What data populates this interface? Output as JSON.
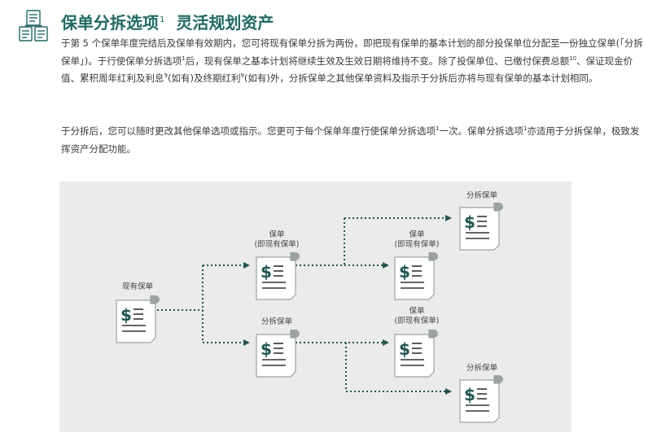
{
  "header": {
    "title_main": "保单分拆选项",
    "title_sup": "1",
    "title_sub": "灵活规划资产",
    "icon": "document-list-icon",
    "accent_color": "#1e6b62"
  },
  "paragraphs": {
    "p1": {
      "s1": "于第 5 个保单年度完结后及保单有效期内，您可将现有保单分拆为两份，即把现有保单的基本计划的部分投保单位分配至一份独立保单(「分拆保单」)。于行使保单分拆选项",
      "sup1": "1",
      "s2": "后，现有保单之基本计划将继续生效及生效日期将维持不变。除了投保单位、已缴付保费总额",
      "sup2": "10",
      "s3": "、保证现金价值、累积周年红利及利息",
      "sup3": "9",
      "s4": "(如有)及终期红利",
      "sup4": "9",
      "s5": "(如有)外，分拆保单之其他保单资料及指示于分拆后亦将与现有保单的基本计划相同。"
    },
    "p2": {
      "s1": "于分拆后，您可以随时更改其他保单选项或指示。您更可于每个保单年度行使保单分拆选项",
      "sup1": "1",
      "s2": "一次。保单分拆选项",
      "sup2": "1",
      "s3": "亦适用于分拆保单，极致发挥资产分配功能。"
    }
  },
  "diagram": {
    "background": "#ebebeb",
    "accent_color": "#1e5650",
    "nodes": {
      "existing": {
        "label": "现有保单"
      },
      "policy_a": {
        "label1": "保单",
        "label2": "(即现有保单)"
      },
      "split_a": {
        "label1": "分拆保单"
      },
      "split_top": {
        "label1": "分拆保单"
      },
      "policy_b": {
        "label1": "保单",
        "label2": "(即现有保单)"
      },
      "policy_c": {
        "label1": "保单",
        "label2": "(即现有保单)"
      },
      "split_bottom": {
        "label1": "分拆保单"
      }
    },
    "doc_icon": "dollar-document-icon"
  }
}
